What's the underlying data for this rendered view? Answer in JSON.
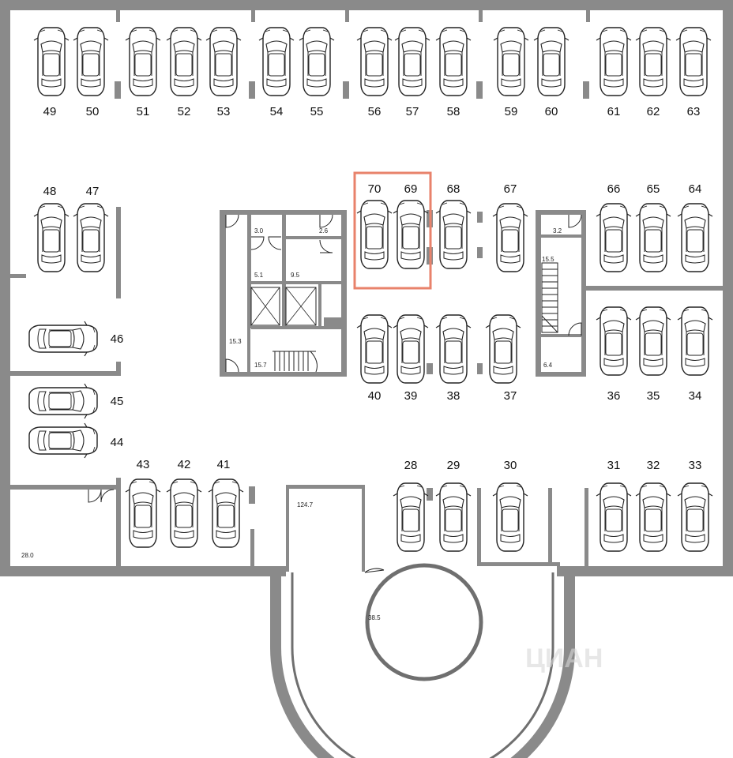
{
  "plan": {
    "wall_color": "#8a8a8a",
    "wall_dark": "#6f6f6f",
    "highlight_color": "#e8826b",
    "highlighted_spots": [
      "70",
      "69"
    ],
    "parking_spots": [
      {
        "id": "49",
        "label": "49"
      },
      {
        "id": "50",
        "label": "50"
      },
      {
        "id": "51",
        "label": "51"
      },
      {
        "id": "52",
        "label": "52"
      },
      {
        "id": "53",
        "label": "53"
      },
      {
        "id": "54",
        "label": "54"
      },
      {
        "id": "55",
        "label": "55"
      },
      {
        "id": "56",
        "label": "56"
      },
      {
        "id": "57",
        "label": "57"
      },
      {
        "id": "58",
        "label": "58"
      },
      {
        "id": "59",
        "label": "59"
      },
      {
        "id": "60",
        "label": "60"
      },
      {
        "id": "61",
        "label": "61"
      },
      {
        "id": "62",
        "label": "62"
      },
      {
        "id": "63",
        "label": "63"
      },
      {
        "id": "48",
        "label": "48"
      },
      {
        "id": "47",
        "label": "47"
      },
      {
        "id": "70",
        "label": "70"
      },
      {
        "id": "69",
        "label": "69"
      },
      {
        "id": "68",
        "label": "68"
      },
      {
        "id": "67",
        "label": "67"
      },
      {
        "id": "66",
        "label": "66"
      },
      {
        "id": "65",
        "label": "65"
      },
      {
        "id": "64",
        "label": "64"
      },
      {
        "id": "46",
        "label": "46"
      },
      {
        "id": "45",
        "label": "45"
      },
      {
        "id": "44",
        "label": "44"
      },
      {
        "id": "40",
        "label": "40"
      },
      {
        "id": "39",
        "label": "39"
      },
      {
        "id": "38",
        "label": "38"
      },
      {
        "id": "37",
        "label": "37"
      },
      {
        "id": "36",
        "label": "36"
      },
      {
        "id": "35",
        "label": "35"
      },
      {
        "id": "34",
        "label": "34"
      },
      {
        "id": "43",
        "label": "43"
      },
      {
        "id": "42",
        "label": "42"
      },
      {
        "id": "41",
        "label": "41"
      },
      {
        "id": "28",
        "label": "28"
      },
      {
        "id": "29",
        "label": "29"
      },
      {
        "id": "30",
        "label": "30"
      },
      {
        "id": "31",
        "label": "31"
      },
      {
        "id": "32",
        "label": "32"
      },
      {
        "id": "33",
        "label": "33"
      }
    ],
    "room_areas": [
      "3.0",
      "2.6",
      "5.1",
      "9.5",
      "15.3",
      "15.7",
      "3.2",
      "15.5",
      "6.4",
      "124.7",
      "28.0",
      "38.5"
    ],
    "watermark": "ЦИАН"
  }
}
